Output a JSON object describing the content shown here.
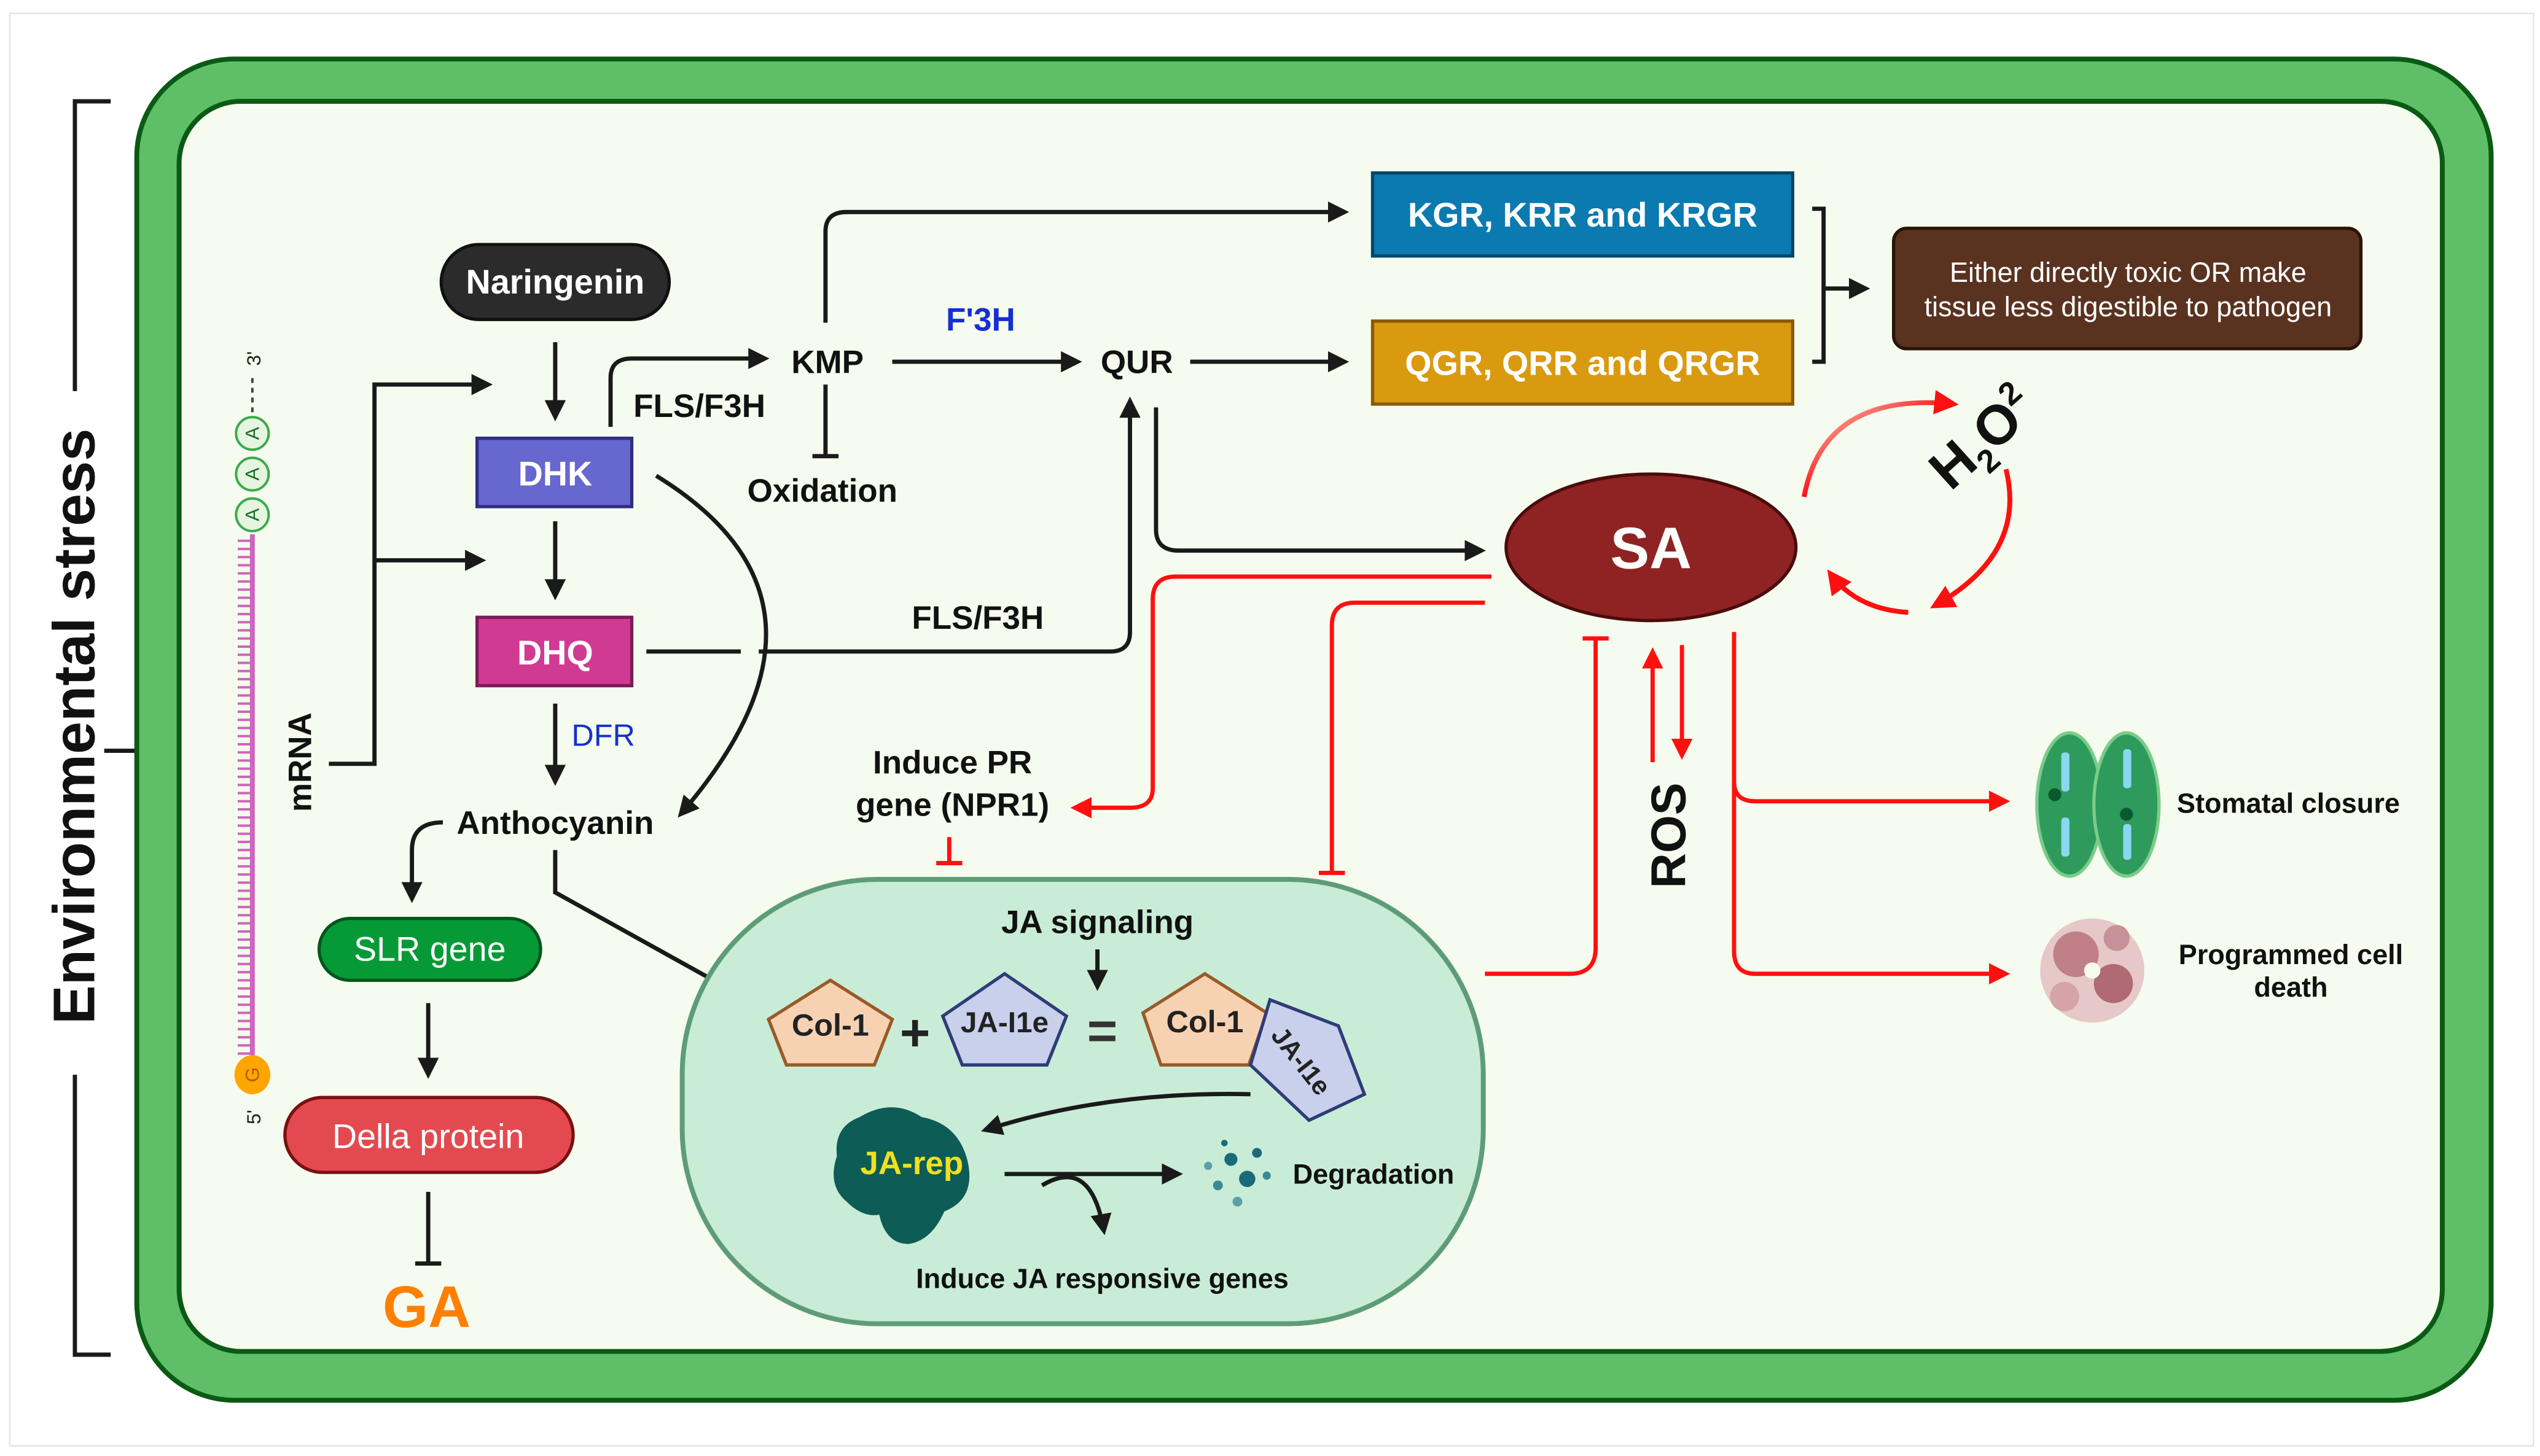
{
  "side_label": "Environmental stress",
  "mrna": {
    "label": "mRNA",
    "end3": "3'",
    "end5": "5'",
    "poly_a": [
      "A",
      "A",
      "A"
    ],
    "cap": "G"
  },
  "nodes": {
    "naringenin": "Naringenin",
    "dhk": "DHK",
    "dhq": "DHQ",
    "kmp": "KMP",
    "qur": "QUR",
    "oxidation": "Oxidation",
    "anthocyanin": "Anthocyanin",
    "slr_gene": "SLR gene",
    "della_protein": "Della protein",
    "ga": "GA",
    "kgr_box": "KGR, KRR and KRGR",
    "qgr_box": "QGR, QRR and QRGR",
    "outcome_box_line1": "Either directly toxic OR make",
    "outcome_box_line2": "tissue less digestible to pathogen",
    "sa": "SA",
    "h2o2_main": "H",
    "h2o2_sub1": "2",
    "h2o2_o": "O",
    "h2o2_sub2": "2",
    "ros": "ROS",
    "induce_pr_line1": "Induce PR",
    "induce_pr_line2": "gene (NPR1)",
    "stomatal_closure": "Stomatal closure",
    "pcd_line1": "Programmed cell",
    "pcd_line2": "death"
  },
  "enzymes": {
    "fls_f3h_top": "FLS/F3H",
    "f3h_prime": "F'3H",
    "fls_f3h_bottom": "FLS/F3H",
    "dfr": "DFR"
  },
  "ja_nucleus": {
    "title": "JA signaling",
    "col1": "Col-1",
    "plus": "+",
    "ja_ile": "JA-I1e",
    "equals": "=",
    "complex_col1": "Col-1",
    "complex_ja_ile": "JA-I1e",
    "ja_rep": "JA-rep",
    "degradation": "Degradation",
    "induce_genes": "Induce JA responsive genes"
  },
  "colors": {
    "cell_wall": "#5fbf68",
    "cell_wall_edge": "#0b5a14",
    "cytoplasm": "#f5fbee",
    "naringenin": "#2b2b2b",
    "dhk": "#6767d0",
    "dhq": "#d13a93",
    "slr_gene": "#069a36",
    "della_protein": "#e34a50",
    "ga": "#ff8000",
    "kgr_box": "#0a7ab0",
    "qgr_box": "#d99a10",
    "outcome_box": "#5a3220",
    "sa": "#8f2222",
    "red_arrows": "#ff1010",
    "enzyme_blue": "#1530d0",
    "nucleus": "#c9ecd6",
    "nucleus_edge": "#5e9c78",
    "ja_rep": "#0d5c56",
    "ja_rep_text": "#f0e020"
  }
}
